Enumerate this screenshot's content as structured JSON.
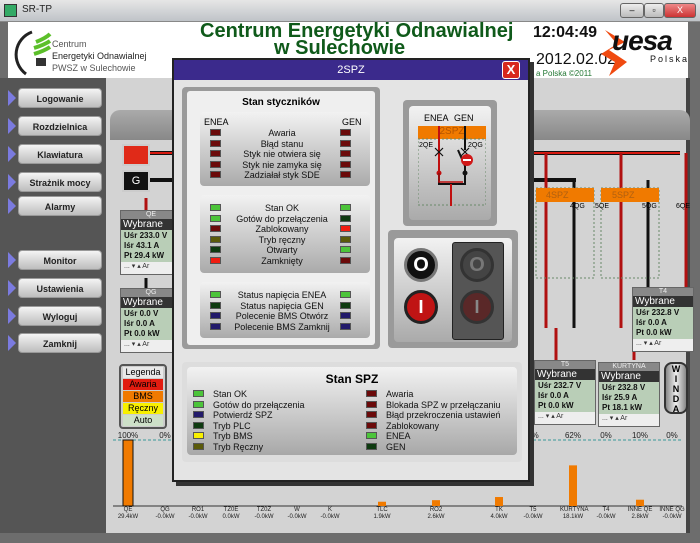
{
  "window": {
    "title": "SR-TP",
    "min": "–",
    "max": "▫",
    "close": "X"
  },
  "header": {
    "title_line1": "Centrum Energetyki Odnawialnej",
    "title_line2": "w Sulechowie",
    "time": "12:04:49",
    "date": "2012.02.02",
    "copyright": "a Polska ©2011",
    "logo_lines": [
      "Centrum",
      "Energetyki Odnawialnej",
      "PWSZ w Sulechowie"
    ],
    "brand": "uesa",
    "brand_sub": "Polska"
  },
  "sidebar": {
    "items": [
      {
        "label": "Logowanie"
      },
      {
        "label": "Rozdzielnica"
      },
      {
        "label": "Klawiatura"
      },
      {
        "label": "Strażnik mocy"
      },
      {
        "label": "Alarmy"
      },
      {
        "label": "Monitor"
      },
      {
        "label": "Ustawienia"
      },
      {
        "label": "Wyloguj"
      },
      {
        "label": "Zamknij"
      }
    ]
  },
  "meters": [
    {
      "name": "QE",
      "mode": "Wybrane",
      "u": "233.0",
      "i": "43.1",
      "p": "29.4"
    },
    {
      "name": "QG",
      "mode": "Wybrane",
      "u": "0.0",
      "i": "0.0",
      "p": "0.0"
    },
    {
      "name": "T5",
      "mode": "Wybrane",
      "u": "232.7",
      "i": "0.0",
      "p": "0.0"
    },
    {
      "name": "KURTYNA",
      "mode": "Wybrane",
      "u": "232.8",
      "i": "25.9",
      "p": "18.1"
    },
    {
      "name": "T4",
      "mode": "Wybrane",
      "u": "232.8",
      "i": "0.0",
      "p": "0.0"
    }
  ],
  "meter_labels": {
    "u": "Uśr",
    "i": "Iśr",
    "p": "Pt",
    "uu": "V",
    "iu": "A",
    "pu": "kW",
    "buttons": "...  ▾  ▴  Ar"
  },
  "winda": "WINDA",
  "schematic_labels": {
    "s4": "4SPZ",
    "s5": "5SPZ",
    "q4g": "4QG",
    "q5e": "5QE",
    "q5g": "5QG",
    "q6e": "6QE"
  },
  "legend": {
    "title": "Legenda",
    "items": [
      {
        "label": "Awaria",
        "color": "#e21c10"
      },
      {
        "label": "BMS",
        "color": "#f07a00"
      },
      {
        "label": "Ręczny",
        "color": "#f8f000"
      },
      {
        "label": "Auto",
        "color": "#cde0c8"
      }
    ]
  },
  "chart_data": {
    "type": "bar",
    "categories": [
      "QE",
      "QG",
      "RO1",
      "TZ0E",
      "TZ0Z",
      "W",
      "K",
      "TLC",
      "RO2",
      "TK",
      "T5",
      "KURTYNA",
      "T4",
      "INNE QE",
      "INNE QG"
    ],
    "values": [
      29.4,
      -0.0,
      -0.0,
      0.0,
      -0.0,
      -0.0,
      -0.0,
      1.9,
      2.6,
      4.0,
      -0.0,
      18.1,
      -0.0,
      2.8,
      -0.0
    ],
    "value_labels": [
      "29.4kW",
      "-0.0kW",
      "-0.0kW",
      "0.0kW",
      "-0.0kW",
      "-0.0kW",
      "-0.0kW",
      "1.9kW",
      "2.6kW",
      "4.0kW",
      "-0.0kW",
      "18.1kW",
      "-0.0kW",
      "2.8kW",
      "-0.0kW"
    ],
    "percent_labels": [
      {
        "cat": "QE",
        "text": "100%"
      },
      {
        "cat": "QG",
        "text": "0%"
      },
      {
        "cat": "T5",
        "text": "0%"
      },
      {
        "cat": "KURTYNA",
        "text": "62%"
      },
      {
        "cat": "T4",
        "text": "0%"
      },
      {
        "cat": "INNE QE",
        "text": "10%"
      },
      {
        "cat": "INNE QG",
        "text": "0%"
      }
    ],
    "ylim": [
      0,
      29.4
    ],
    "color": "#f07a00"
  },
  "dialog": {
    "title": "2SPZ",
    "close": "X",
    "contactors": {
      "title": "Stan styczników",
      "col_left": "ENEA",
      "col_right": "GEN",
      "groups": [
        [
          {
            "label": "Awaria",
            "l": "#6b0a0a",
            "r": "#6b0a0a"
          },
          {
            "label": "Błąd stanu",
            "l": "#6b0a0a",
            "r": "#6b0a0a"
          },
          {
            "label": "Styk nie otwiera się",
            "l": "#6b0a0a",
            "r": "#6b0a0a"
          },
          {
            "label": "Styk nie zamyka się",
            "l": "#6b0a0a",
            "r": "#6b0a0a"
          },
          {
            "label": "Zadziałał styk SDE",
            "l": "#6b0a0a",
            "r": "#6b0a0a"
          }
        ],
        [
          {
            "label": "Stan OK",
            "l": "#4cc43a",
            "r": "#4cc43a"
          },
          {
            "label": "Gotów do przełączenia",
            "l": "#4cc43a",
            "r": "#0e3a10"
          },
          {
            "label": "Zablokowany",
            "l": "#6b0a0a",
            "r": "#f01c10"
          },
          {
            "label": "Tryb ręczny",
            "l": "#5a5a0a",
            "r": "#5a5a0a"
          },
          {
            "label": "Otwarty",
            "l": "#0e3a10",
            "r": "#4cc43a"
          },
          {
            "label": "Zamknięty",
            "l": "#f01c10",
            "r": "#6b0a0a"
          }
        ],
        [
          {
            "label": "Status napięcia ENEA",
            "l": "#4cc43a",
            "r": "#4cc43a"
          },
          {
            "label": "Status napięcia GEN",
            "l": "#0e3a10",
            "r": "#0e3a10"
          },
          {
            "label": "Polecenie BMS Otwórz",
            "l": "#221a6a",
            "r": "#221a6a"
          },
          {
            "label": "Polecenie BMS Zamknij",
            "l": "#221a6a",
            "r": "#221a6a"
          }
        ]
      ]
    },
    "schematic": {
      "enea": "ENEA",
      "gen": "GEN",
      "name": "2SPZ",
      "qe": "2QE",
      "qg": "2QG"
    },
    "buttons": {
      "off": "O",
      "on": "I"
    },
    "spz": {
      "title": "Stan SPZ",
      "left": [
        {
          "label": "Stan OK",
          "color": "#4cc43a"
        },
        {
          "label": "Gotów do przełączenia",
          "color": "#4cc43a"
        },
        {
          "label": "Potwierdź SPZ",
          "color": "#221a6a"
        },
        {
          "label": "Tryb PLC",
          "color": "#0e3a10"
        },
        {
          "label": "Tryb BMS",
          "color": "#f8f000"
        },
        {
          "label": "Tryb Ręczny",
          "color": "#5a5a0a"
        }
      ],
      "right": [
        {
          "label": "Awaria",
          "color": "#6b0a0a"
        },
        {
          "label": "Blokada SPZ w przełączaniu",
          "color": "#6b0a0a"
        },
        {
          "label": "Błąd przekroczenia ustawień",
          "color": "#6b0a0a"
        },
        {
          "label": "Zablokowany",
          "color": "#6b0a0a"
        },
        {
          "label": "ENEA",
          "color": "#4cc43a"
        },
        {
          "label": "GEN",
          "color": "#0e3a10"
        }
      ]
    }
  }
}
